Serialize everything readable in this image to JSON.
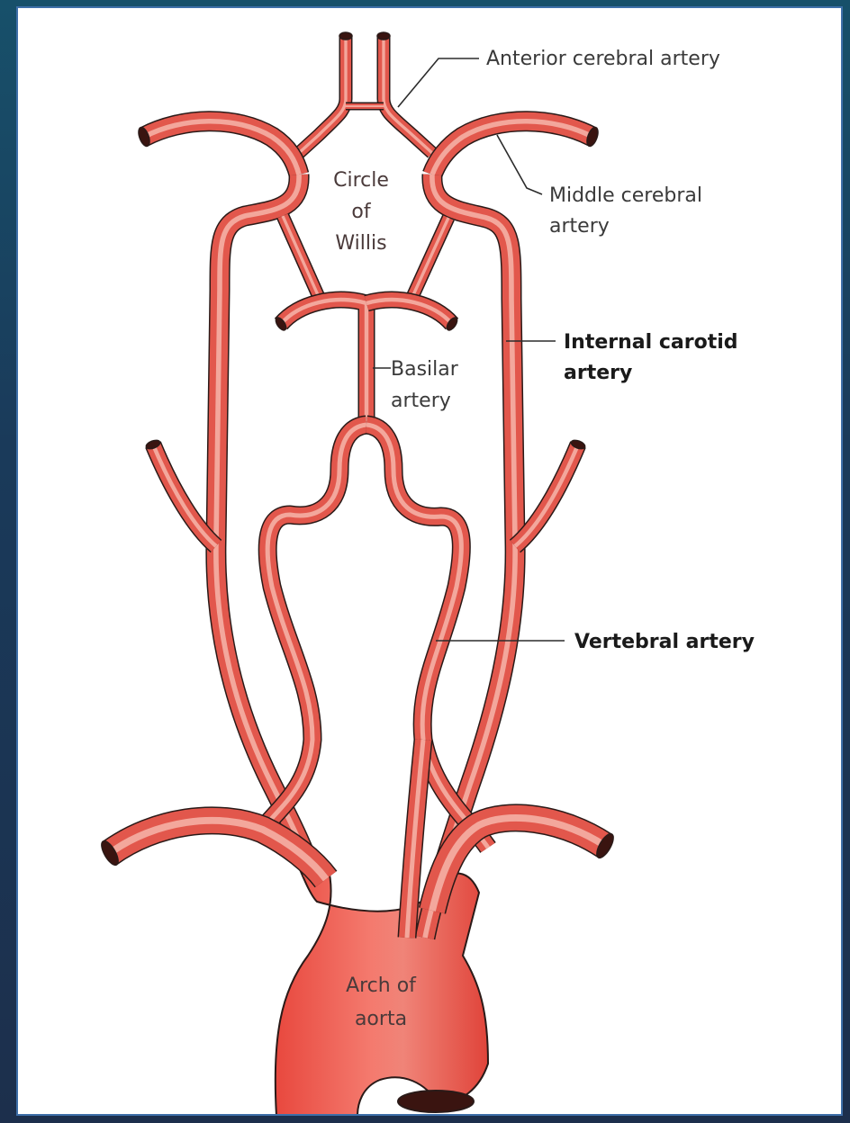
{
  "labels": {
    "anterior_cerebral": "Anterior cerebral artery",
    "middle_cerebral_1": "Middle cerebral",
    "middle_cerebral_2": "artery",
    "internal_carotid_1": "Internal carotid",
    "internal_carotid_2": "artery",
    "vertebral": "Vertebral artery",
    "basilar_1": "Basilar",
    "basilar_2": "artery",
    "circle_1": "Circle",
    "circle_2": "of",
    "circle_3": "Willis",
    "arch_1": "Arch of",
    "arch_2": "aorta"
  },
  "colors": {
    "vessel": "#e2574c",
    "vessel_outline": "#2a1a18",
    "vessel_highlight": "#f3a79c",
    "aorta": "#ea4a40",
    "page_background": "#ffffff",
    "border": "#3e6fa8"
  }
}
